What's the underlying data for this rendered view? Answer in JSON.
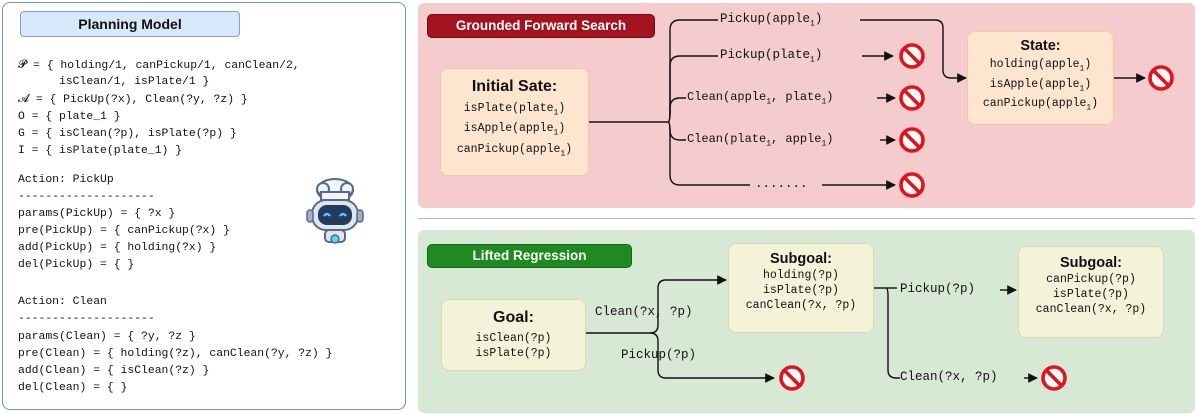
{
  "model": {
    "title": "Planning Model",
    "lines": [
      "𝓟 = { holding/1, canPickup/1, canClean/2,",
      "      isClean/1, isPlate/1 }",
      "𝓐 = { PickUp(?x), Clean(?y, ?z) }",
      "O = { plate_1 }",
      "G = { isClean(?p), isPlate(?p) }",
      "I = { isPlate(plate_1) }",
      "Action: PickUp",
      "--------------------",
      "params(PickUp) = { ?x }",
      "pre(PickUp) = { canPickup(?x) }",
      "add(PickUp) = { holding(?x) }",
      "del(PickUp) = { }",
      "Action: Clean",
      "--------------------",
      "params(Clean) = { ?y, ?z }",
      "pre(Clean) = { holding(?z), canClean(?y, ?z) }",
      "add(Clean) = { isClean(?z) }",
      "del(Clean) = { }"
    ]
  },
  "forward": {
    "tag": "Grounded Forward Search",
    "initial": {
      "title": "Initial Sate:",
      "facts": [
        {
          "text": "isPlate(plate",
          "sub": "1",
          "tail": ")"
        },
        {
          "text": "isApple(apple",
          "sub": "1",
          "tail": ")"
        },
        {
          "text": "canPickup(apple",
          "sub": "1",
          "tail": ")"
        }
      ]
    },
    "edges": [
      {
        "label": "Pickup(apple",
        "sub": "1",
        "tail": ")"
      },
      {
        "label": "Pickup(plate",
        "sub": "1",
        "tail": ")"
      },
      {
        "label": "Clean(apple",
        "sub": "1",
        "mid": ", plate",
        "sub2": "1",
        "tail": ")"
      },
      {
        "label": "Clean(plate",
        "sub": "1",
        "mid": ", apple",
        "sub2": "1",
        "tail": ")"
      },
      {
        "label": "......."
      }
    ],
    "state": {
      "title": "State:",
      "facts": [
        {
          "text": "holding(apple",
          "sub": "1",
          "tail": ")"
        },
        {
          "text": "isApple(apple",
          "sub": "1",
          "tail": ")"
        },
        {
          "text": "canPickup(apple",
          "sub": "1",
          "tail": ")"
        }
      ]
    }
  },
  "regression": {
    "tag": "Lifted Regression",
    "goal": {
      "title": "Goal:",
      "facts": [
        "isClean(?p)",
        "isPlate(?p)"
      ]
    },
    "subgoal1": {
      "title": "Subgoal:",
      "facts": [
        "holding(?p)",
        "isPlate(?p)",
        "canClean(?x, ?p)"
      ]
    },
    "subgoal2": {
      "title": "Subgoal:",
      "facts": [
        "canPickup(?p)",
        "isPlate(?p)",
        "canClean(?x, ?p)"
      ]
    },
    "edges": {
      "goal_to_sub1": "Clean(?x, ?p)",
      "goal_to_dead": "Pickup(?p)",
      "sub1_to_sub2": "Pickup(?p)",
      "sub1_to_dead": "Clean(?x, ?p)"
    }
  },
  "colors": {
    "forward_bg": "#f5cccd",
    "regression_bg": "#d7e8d4",
    "forward_tag": "#a3131f",
    "regression_tag": "#1f8a20",
    "prohibited": "#e3121b"
  },
  "icons": [
    "robot-chef-icon",
    "prohibited-icon"
  ]
}
